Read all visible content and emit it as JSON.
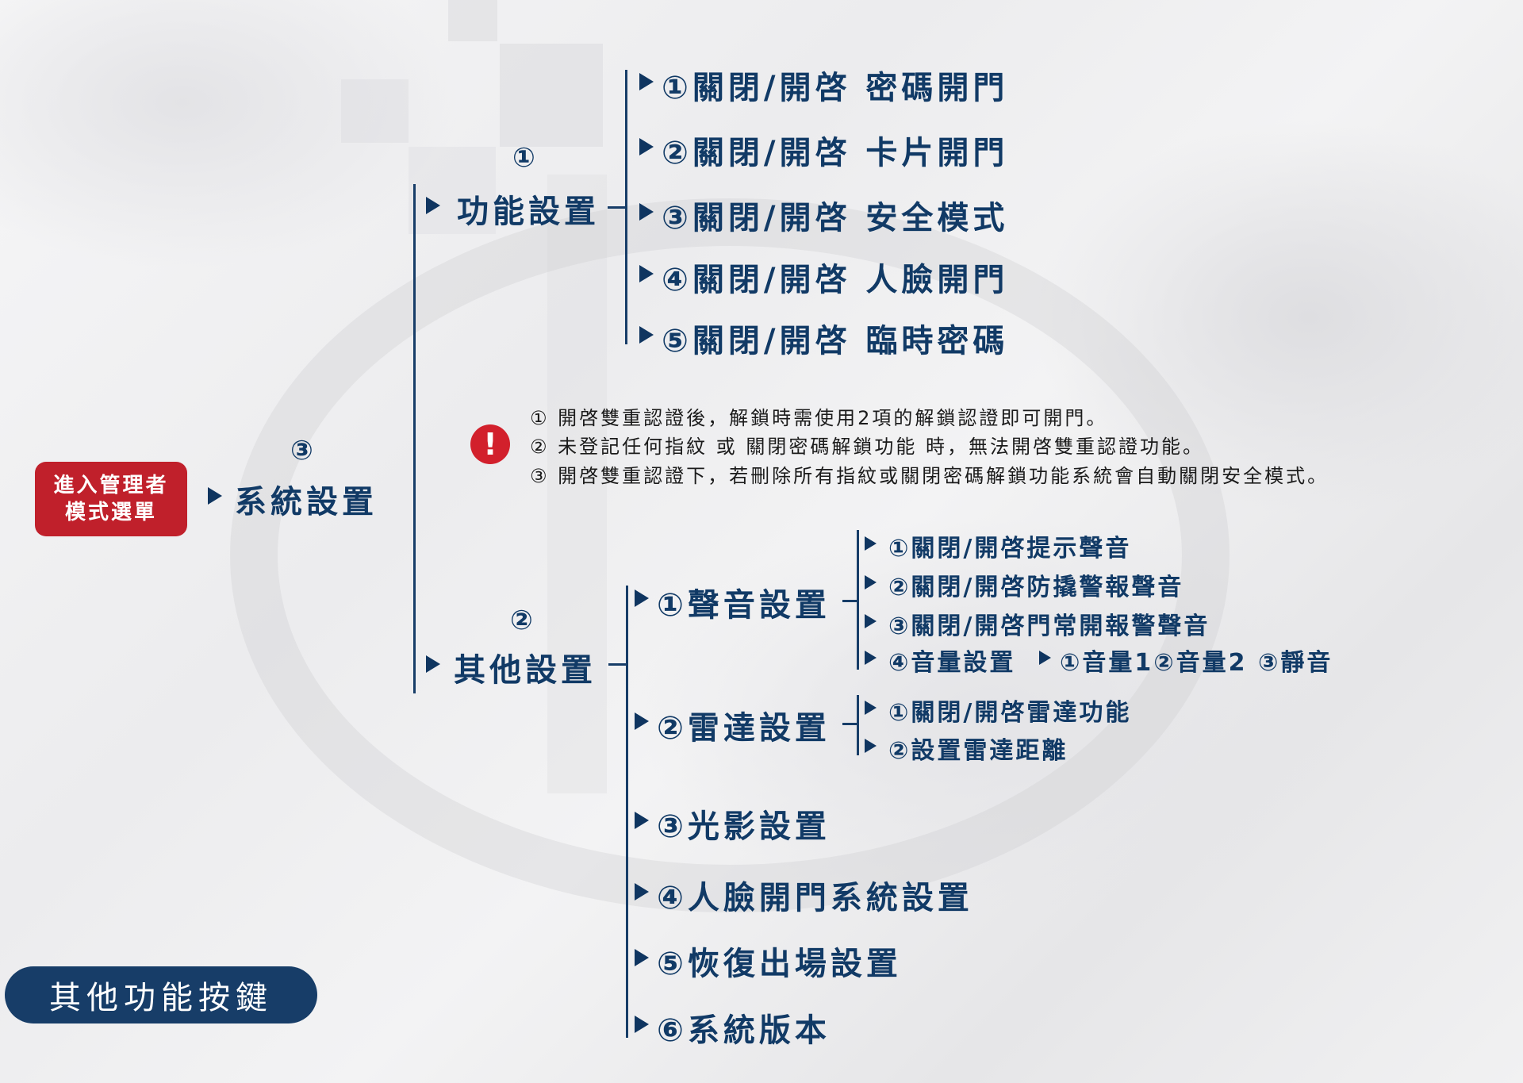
{
  "colors": {
    "navy": "#113a66",
    "red": "#c0202b",
    "background": "#f1f1f2"
  },
  "menu_entry": {
    "line1": "進入管理者",
    "line2": "模式選單"
  },
  "system_settings": {
    "number": "③",
    "label": "系統設置"
  },
  "function_settings": {
    "number": "①",
    "label": "功能設置",
    "items": [
      "①關閉/開啓 密碼開門",
      "②關閉/開啓 卡片開門",
      "③關閉/開啓 安全模式",
      "④關閉/開啓 人臉開門",
      "⑤關閉/開啓 臨時密碼"
    ]
  },
  "notes": {
    "icon": "warning-icon",
    "items": [
      "① 開啓雙重認證後，解鎖時需使用2項的解鎖認證即可開門。",
      "② 未登記任何指紋 或 關閉密碼解鎖功能 時，無法開啓雙重認證功能。",
      "③ 開啓雙重認證下，若刪除所有指紋或關閉密碼解鎖功能系統會自動關閉安全模式。"
    ]
  },
  "other_settings": {
    "number": "②",
    "label": "其他設置",
    "sound": {
      "label": "①聲音設置",
      "items": [
        "①關閉/開啓提示聲音",
        "②關閉/開啓防撬警報聲音",
        "③關閉/開啓門常開報警聲音",
        "④音量設置"
      ],
      "volume_options": "①音量1②音量2 ③靜音"
    },
    "radar": {
      "label": "②雷達設置",
      "items": [
        "①關閉/開啓雷達功能",
        "②設置雷達距離"
      ]
    },
    "items": [
      "③光影設置",
      "④人臉開門系統設置",
      "⑤恢復出場設置",
      "⑥系統版本"
    ]
  },
  "footer_label": "其他功能按鍵"
}
